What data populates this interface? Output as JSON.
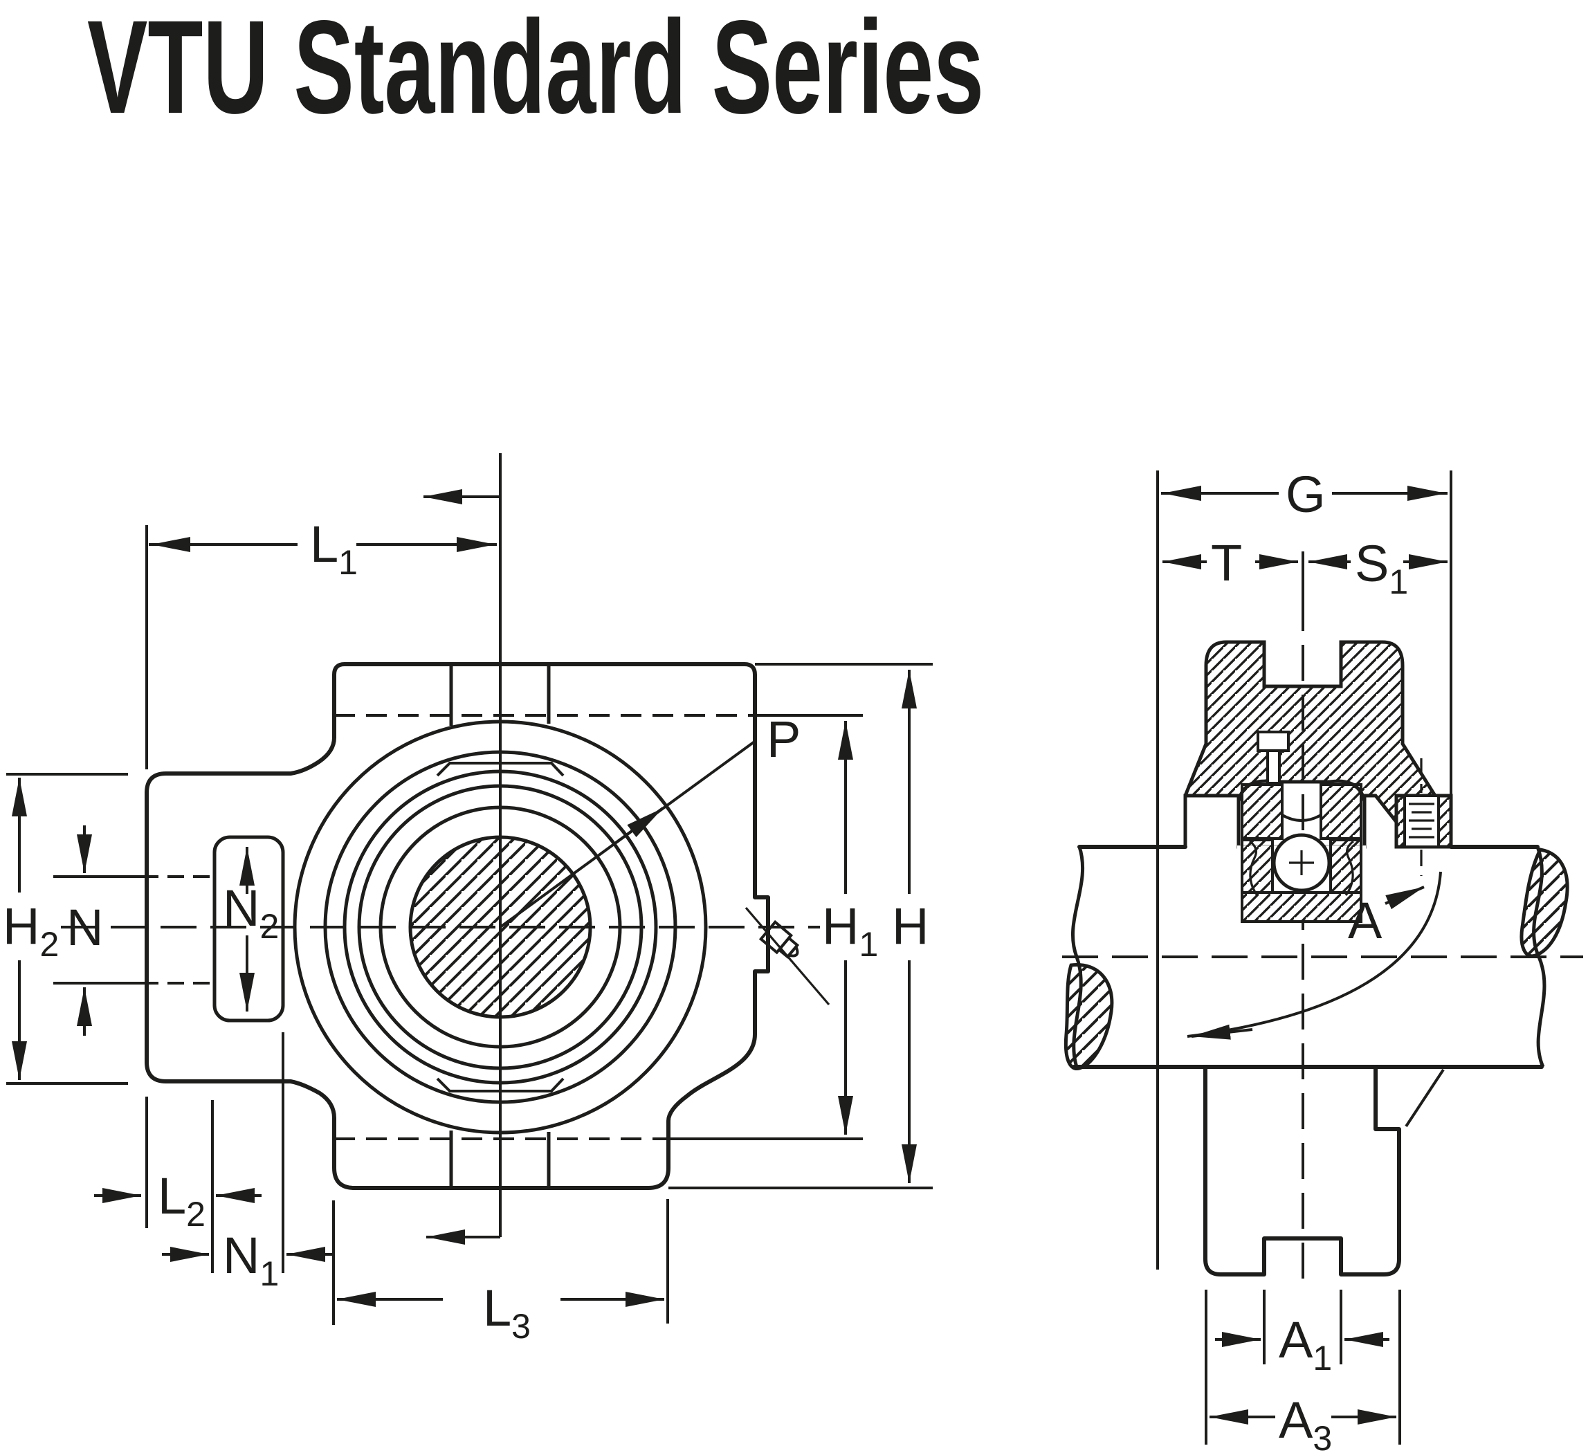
{
  "title": "VTU Standard Series",
  "colors": {
    "line": "#1d1d1b",
    "background": "#ffffff"
  },
  "front_view": {
    "name": "take-up unit front view",
    "labels": {
      "L1": {
        "base": "L",
        "sub": "1"
      },
      "H2": {
        "base": "H",
        "sub": "2"
      },
      "N": {
        "base": "N",
        "sub": ""
      },
      "N2": {
        "base": "N",
        "sub": "2"
      },
      "P": {
        "base": "P",
        "sub": ""
      },
      "H1": {
        "base": "H",
        "sub": "1"
      },
      "H": {
        "base": "H",
        "sub": ""
      },
      "L2": {
        "base": "L",
        "sub": "2"
      },
      "N1": {
        "base": "N",
        "sub": "1"
      },
      "L3": {
        "base": "L",
        "sub": "3"
      }
    }
  },
  "side_view": {
    "name": "take-up unit side section view",
    "labels": {
      "G": {
        "base": "G",
        "sub": ""
      },
      "T": {
        "base": "T",
        "sub": ""
      },
      "S1": {
        "base": "S",
        "sub": "1"
      },
      "A": {
        "base": "A",
        "sub": ""
      },
      "A1": {
        "base": "A",
        "sub": "1"
      },
      "A3": {
        "base": "A",
        "sub": "3"
      }
    }
  }
}
